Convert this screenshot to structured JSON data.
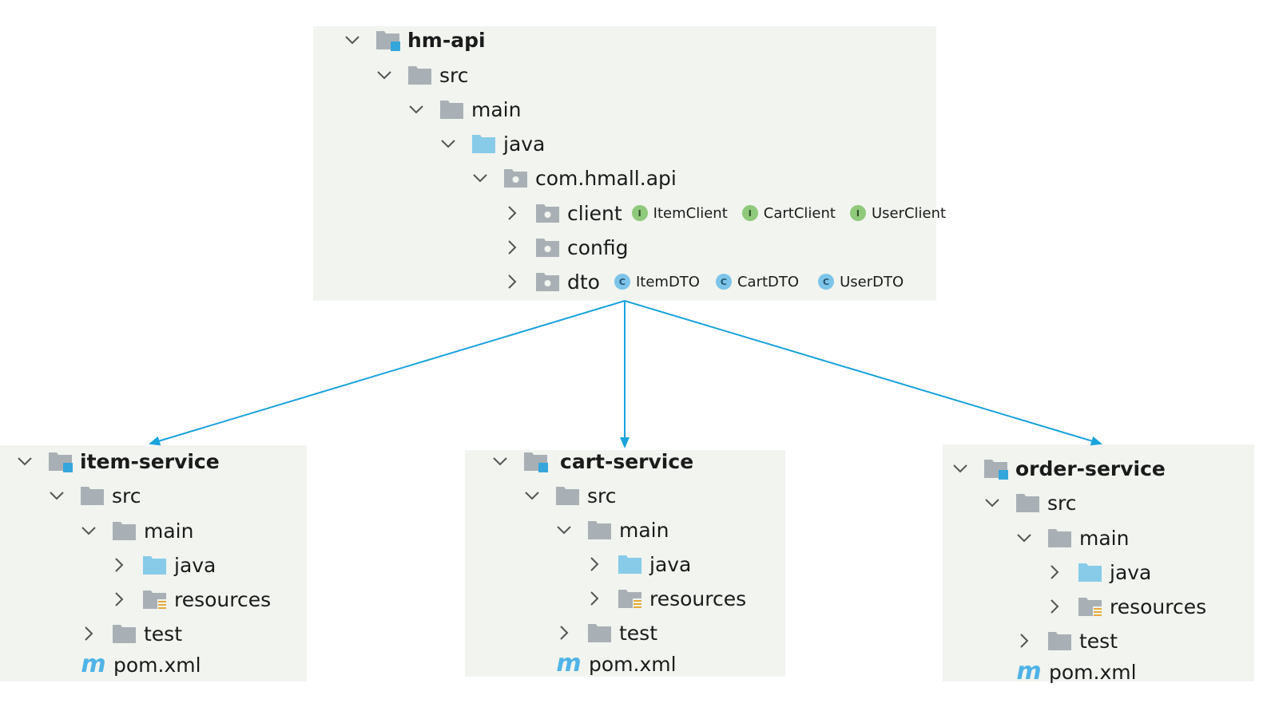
{
  "colors": {
    "panel_bg": "#f1f4ef",
    "folder_gray": "#a9b0b5",
    "folder_blue": "#88cbe9",
    "module_square": "#35a6dc",
    "interface_badge": "#8fc97b",
    "class_badge": "#7cc4ea",
    "arrow": "#1aa3dc",
    "maven_m": "#4fb3e6"
  },
  "api": {
    "module": "hm-api",
    "src": "src",
    "main": "main",
    "java": "java",
    "package": "com.hmall.api",
    "client": {
      "label": "client",
      "items": [
        "ItemClient",
        "CartClient",
        "UserClient"
      ],
      "badge": "I"
    },
    "config": {
      "label": "config"
    },
    "dto": {
      "label": "dto",
      "items": [
        "ItemDTO",
        "CartDTO",
        "UserDTO"
      ],
      "badge": "C"
    }
  },
  "services": [
    {
      "module": "item-service",
      "src": "src",
      "main": "main",
      "java": "java",
      "resources": "resources",
      "test": "test",
      "pom": "pom.xml"
    },
    {
      "module": "cart-service",
      "src": "src",
      "main": "main",
      "java": "java",
      "resources": "resources",
      "test": "test",
      "pom": "pom.xml"
    },
    {
      "module": "order-service",
      "src": "src",
      "main": "main",
      "java": "java",
      "resources": "resources",
      "test": "test",
      "pom": "pom.xml"
    }
  ],
  "icons": {
    "expanded": "chevron-down-icon",
    "collapsed": "chevron-right-icon",
    "module": "module-folder-icon",
    "folder": "folder-icon",
    "source_root": "source-folder-icon",
    "package": "package-icon",
    "resources": "resources-folder-icon",
    "maven": "maven-icon"
  }
}
